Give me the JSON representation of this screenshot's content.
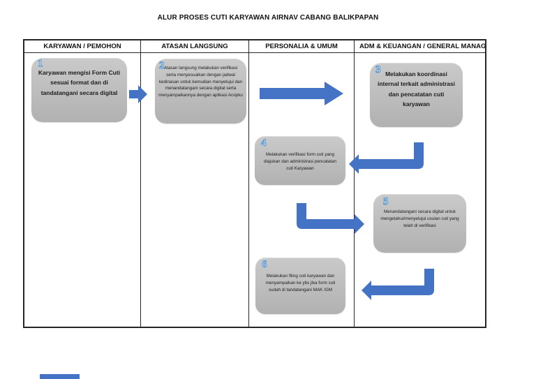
{
  "page": {
    "title": "ALUR PROSES CUTI KARYAWAN AIRNAV CABANG BALIKPAPAN"
  },
  "colors": {
    "arrow": "#4472C4",
    "box_fill_top": "#CACACA",
    "box_fill_bottom": "#B1B1B1",
    "step_number_fill": "#CFE2F3",
    "step_number_stroke": "#5B9BD5",
    "table_border": "#262626"
  },
  "flowchart": {
    "columns": [
      {
        "label": "KARYAWAN / PEMOHON"
      },
      {
        "label": "ATASAN LANGSUNG"
      },
      {
        "label": "PERSONALIA & UMUM"
      },
      {
        "label": "ADM & KEUANGAN / GENERAL MANAGER"
      }
    ],
    "steps": [
      {
        "number": "1",
        "text": "Karyawan mengisi Form Cuti sesuai format dan di tandatangani secara digital"
      },
      {
        "number": "2",
        "text": "Atasan langsung melakukan verifikasi serta menyesuaikan dengan jadwal kedinasan untuk kemudian menyetujui dan menandatangani secara digital serta menyampaikannya dengan aplikasi Arsipku"
      },
      {
        "number": "3",
        "text": "Melakukan koordinasi internal terkait administrasi dan pencatatan cuti karyawan"
      },
      {
        "number": "4",
        "text": "Melakukan verifikasi form cuti yang diajukan dan administrasi pencatatan cuti Karyawan"
      },
      {
        "number": "5",
        "text": "Menandatangani secara digital untuk mengetahui/menyetujui usulan cuti yang telah di verifikasi"
      },
      {
        "number": "6",
        "text": "Melakukan filing cuti karyawan dan menyampaikan ke ybs jika form cuti sudah di tandatangani MAK /GM"
      }
    ]
  }
}
